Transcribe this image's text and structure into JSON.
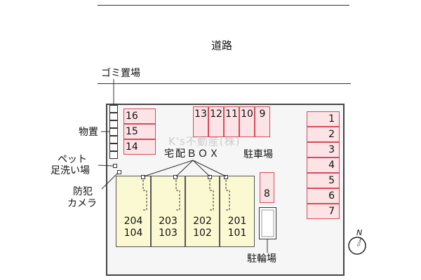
{
  "labels": {
    "road": "道路",
    "garbage": "ゴミ置場",
    "storage": "物置",
    "pet_wash_1": "ペット",
    "pet_wash_2": "足洗い場",
    "camera_1": "防犯",
    "camera_2": "カメラ",
    "delivery_box": "宅配ＢＯＸ",
    "parking": "駐車場",
    "bicycle": "駐輪場",
    "north": "N",
    "watermark": "K's不動産(株)"
  },
  "parking_left": [
    "16",
    "15",
    "14"
  ],
  "parking_top": [
    "13",
    "12",
    "11",
    "10",
    "9"
  ],
  "parking_right": [
    "1",
    "2",
    "3",
    "4",
    "5",
    "6",
    "7"
  ],
  "parking_single": "8",
  "units": [
    {
      "upper": "204",
      "lower": "104"
    },
    {
      "upper": "203",
      "lower": "103"
    },
    {
      "upper": "202",
      "lower": "102"
    },
    {
      "upper": "201",
      "lower": "101"
    }
  ],
  "colors": {
    "parking_fill": "#fbe3e6",
    "parking_border": "#d64b5b",
    "unit_fill": "#fbf9d2"
  }
}
